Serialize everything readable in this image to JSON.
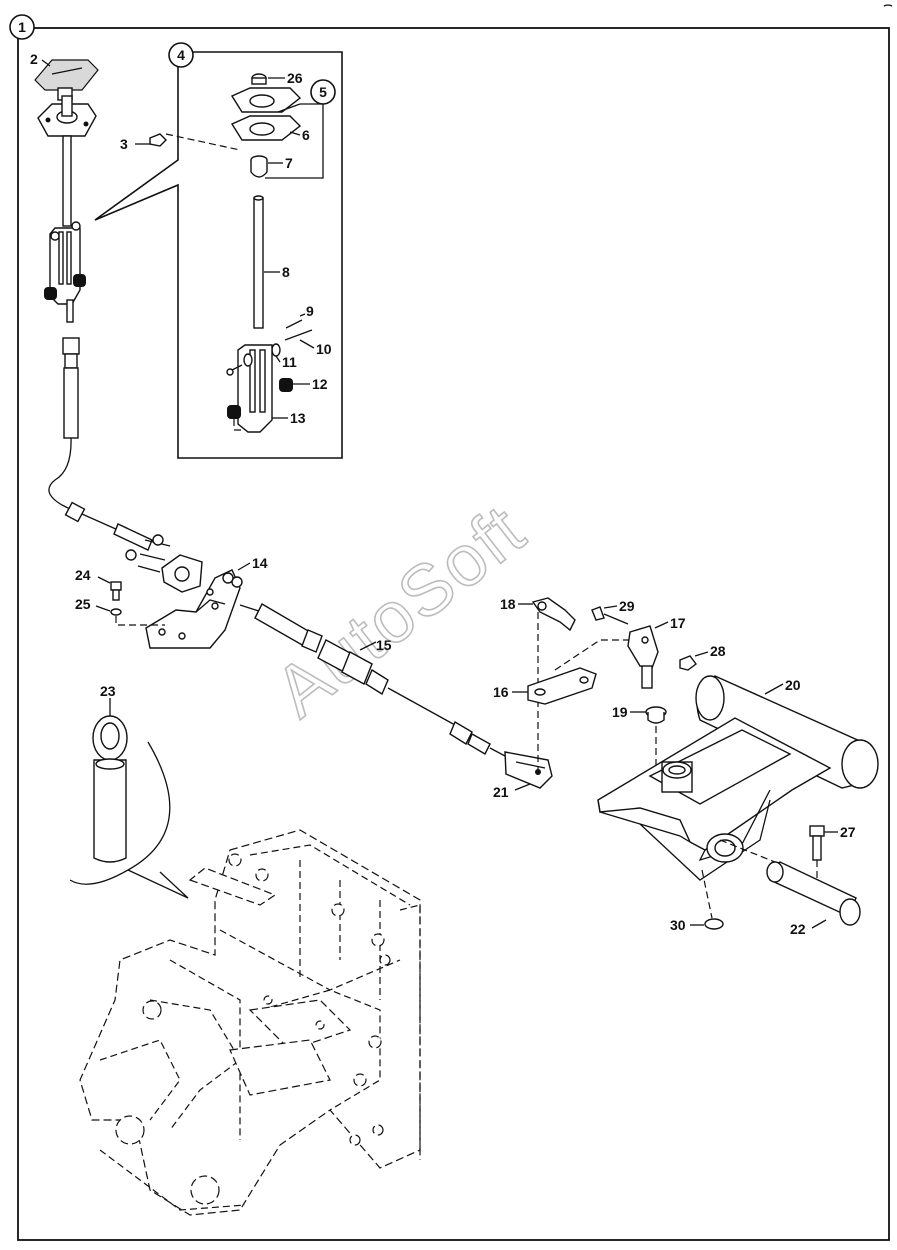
{
  "diagram": {
    "main_callout": "1",
    "group_callouts": [
      "4",
      "5"
    ],
    "part_labels": {
      "p2": "2",
      "p3": "3",
      "p6": "6",
      "p7": "7",
      "p8": "8",
      "p9": "9",
      "p10": "10",
      "p11": "11",
      "p12": "12",
      "p13": "13",
      "p14": "14",
      "p15": "15",
      "p16": "16",
      "p17": "17",
      "p18": "18",
      "p19": "19",
      "p20": "20",
      "p21": "21",
      "p22": "22",
      "p23": "23",
      "p24": "24",
      "p25": "25",
      "p26": "26",
      "p27": "27",
      "p28": "28",
      "p29": "29",
      "p30": "30"
    },
    "watermark": "AutoSoft"
  }
}
